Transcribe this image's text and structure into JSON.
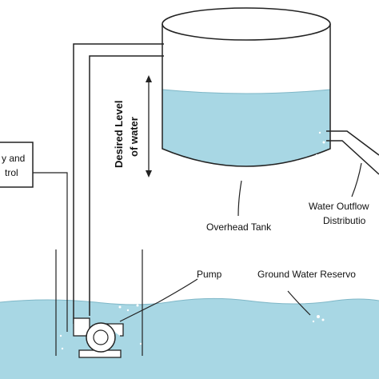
{
  "labels": {
    "control_line1": "y and",
    "control_line2": "trol",
    "level_line1": "Desired Level",
    "level_line2": "of water",
    "overhead_tank": "Overhead Tank",
    "outflow_line1": "Water Outflow",
    "outflow_line2": "Distributio",
    "pump": "Pump",
    "reservoir": "Ground Water Reservo"
  },
  "colors": {
    "water": "#a8d7e4",
    "stroke": "#222222",
    "background": "#ffffff"
  }
}
